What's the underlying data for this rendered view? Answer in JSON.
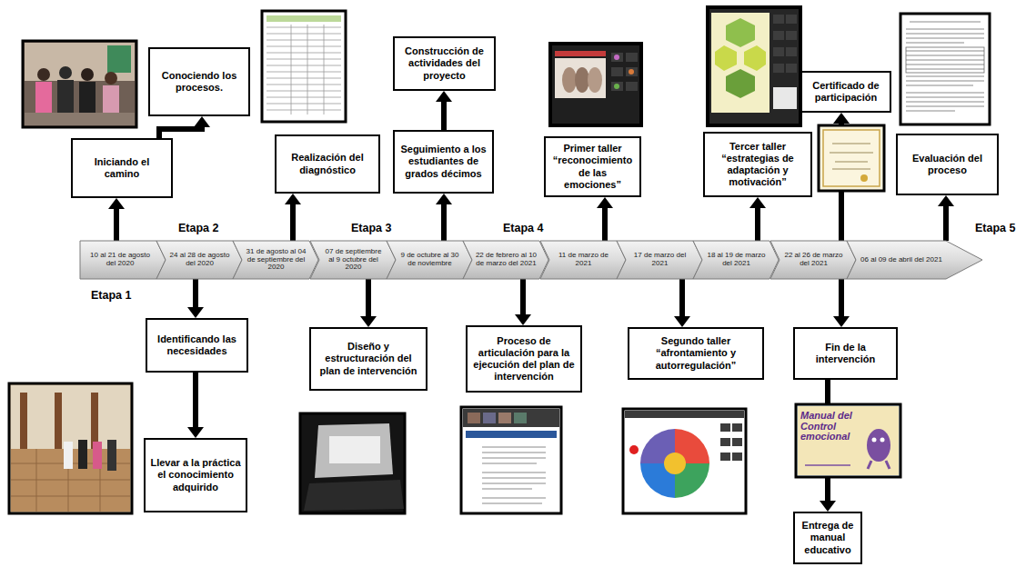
{
  "diagram": {
    "nodes": [
      {
        "text": [
          "Iniciando el camino"
        ]
      },
      {
        "text": [
          "Conociendo los procesos."
        ]
      },
      {
        "text": [
          "Realización del diagnóstico"
        ]
      },
      {
        "text": [
          "Construcción de actividades del proyecto"
        ]
      },
      {
        "text": [
          "Seguimiento a los estudiantes de grados décimos"
        ]
      },
      {
        "text": [
          "Primer taller “reconocimiento de las emociones”"
        ]
      },
      {
        "text": [
          "Tercer taller “estrategias de adaptación y motivación”"
        ]
      },
      {
        "text": [
          "Certificado de participación"
        ]
      },
      {
        "text": [
          "Evaluación del proceso"
        ]
      },
      {
        "text": [
          "10 al 21 de agosto del 2020"
        ]
      },
      {
        "text": [
          "24 al 28 de agosto del 2020"
        ]
      },
      {
        "text": [
          "31 de agosto al 04 de septiembre del 2020"
        ]
      },
      {
        "text": [
          "07 de septiembre al 9 octubre del 2020"
        ]
      },
      {
        "text": [
          "9 de octubre al 30 de noviembre"
        ]
      },
      {
        "text": [
          "22 de febrero al 10 de marzo del 2021"
        ]
      },
      {
        "text": [
          "11 de marzo de 2021"
        ]
      },
      {
        "text": [
          "17 de marzo del 2021"
        ]
      },
      {
        "text": [
          "18 al 19 de marzo del 2021"
        ]
      },
      {
        "text": [
          "22 al 26 de marzo del 2021"
        ]
      },
      {
        "text": [
          "06 al 09 de abril del 2021"
        ]
      },
      {
        "text": [
          "Identificando las necesidades"
        ]
      },
      {
        "text": [
          "Llevar a la práctica el conocimiento adquirido"
        ]
      },
      {
        "text": [
          "Diseño y estructuración del plan de intervención"
        ]
      },
      {
        "text": [
          "Proceso de articulación para la ejecución del plan de intervención"
        ]
      },
      {
        "text": [
          "Segundo taller “afrontamiento y autorregulación”"
        ]
      },
      {
        "text": [
          "Fin de la intervención"
        ]
      },
      {
        "text": [
          "Entrega de manual educativo"
        ]
      }
    ],
    "edges": [
      {
        "from": 9,
        "to": 0,
        "arrow": "to"
      },
      {
        "from": 0,
        "to": 1,
        "arrow": "to"
      },
      {
        "from": 10,
        "to": 20,
        "arrow": "to"
      },
      {
        "from": 20,
        "to": 21,
        "arrow": "to"
      },
      {
        "from": 11,
        "to": 2,
        "arrow": "to"
      },
      {
        "from": 12,
        "to": 22,
        "arrow": "to"
      },
      {
        "from": 13,
        "to": 4,
        "arrow": "to"
      },
      {
        "from": 4,
        "to": 3,
        "arrow": "to"
      },
      {
        "from": 14,
        "to": 23,
        "arrow": "to"
      },
      {
        "from": 15,
        "to": 5,
        "arrow": "to"
      },
      {
        "from": 16,
        "to": 24,
        "arrow": "to"
      },
      {
        "from": 17,
        "to": 6,
        "arrow": "to"
      },
      {
        "from": 18,
        "to": 7,
        "arrow": "to"
      },
      {
        "from": 18,
        "to": 25,
        "arrow": "to"
      },
      {
        "from": 19,
        "to": 8,
        "arrow": "to"
      },
      {
        "from": 25,
        "to": 26,
        "arrow": "to"
      }
    ],
    "labels": [
      "Etapa 1",
      "Etapa 2",
      "Etapa 3",
      "Etapa 4",
      "Etapa 5",
      "Manual del Control emocional"
    ]
  }
}
